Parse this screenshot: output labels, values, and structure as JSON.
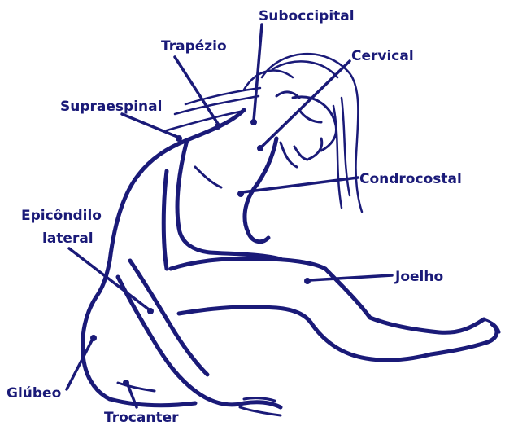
{
  "colors": {
    "ink": "#1a1a78",
    "background": "#ffffff"
  },
  "labels": {
    "suboccipital": "Suboccipital",
    "trapezio": "Trapézio",
    "cervical": "Cervical",
    "supraespinal": "Supraespinal",
    "condrocostal": "Condrocostal",
    "epicondilo_line1": "Epicôndilo",
    "epicondilo_line2": "lateral",
    "joelho": "Joelho",
    "glubeo": "Glúbeo",
    "trocanter": "Trocanter"
  }
}
